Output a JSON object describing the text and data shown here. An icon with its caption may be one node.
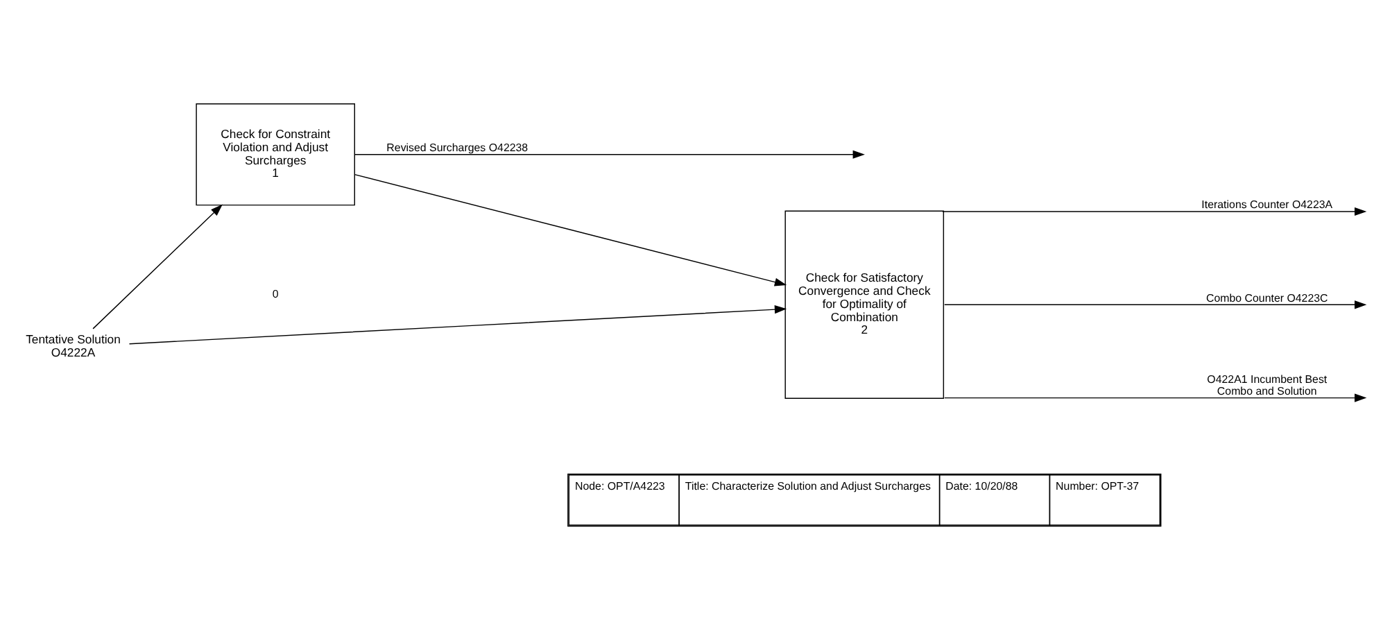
{
  "diagram": {
    "nodes": [
      {
        "text": [
          "Tentative Solution O4222A"
        ]
      },
      {
        "text": [
          "Check for Constraint Violation and Adjust Surcharges",
          "1"
        ]
      },
      {
        "text": [
          "Check for Satisfactory Convergence and Check for Optimality of Combination",
          "2"
        ]
      }
    ],
    "edges": [
      {
        "from": 0,
        "to": 1,
        "arrow": "to"
      },
      {
        "from": 0,
        "to": 2,
        "arrow": "to"
      },
      {
        "from": 1,
        "to": null,
        "arrow": "to",
        "label": "Revised Surcharges O42238"
      },
      {
        "from": 1,
        "to": 2,
        "arrow": "to"
      },
      {
        "from": 2,
        "to": null,
        "arrow": "to",
        "label": "Iterations Counter O4223A"
      },
      {
        "from": 2,
        "to": null,
        "arrow": "to",
        "label": "Combo Counter O4223C"
      },
      {
        "from": 2,
        "to": null,
        "arrow": "to",
        "label": "O422A1 Incumbent Best Combo and Solution"
      }
    ],
    "labels": [
      "0",
      "Node: OPT/A4223",
      "Title: Characterize Solution and Adjust Surcharges",
      "Date: 10/20/88",
      "Number: OPT-37"
    ]
  }
}
